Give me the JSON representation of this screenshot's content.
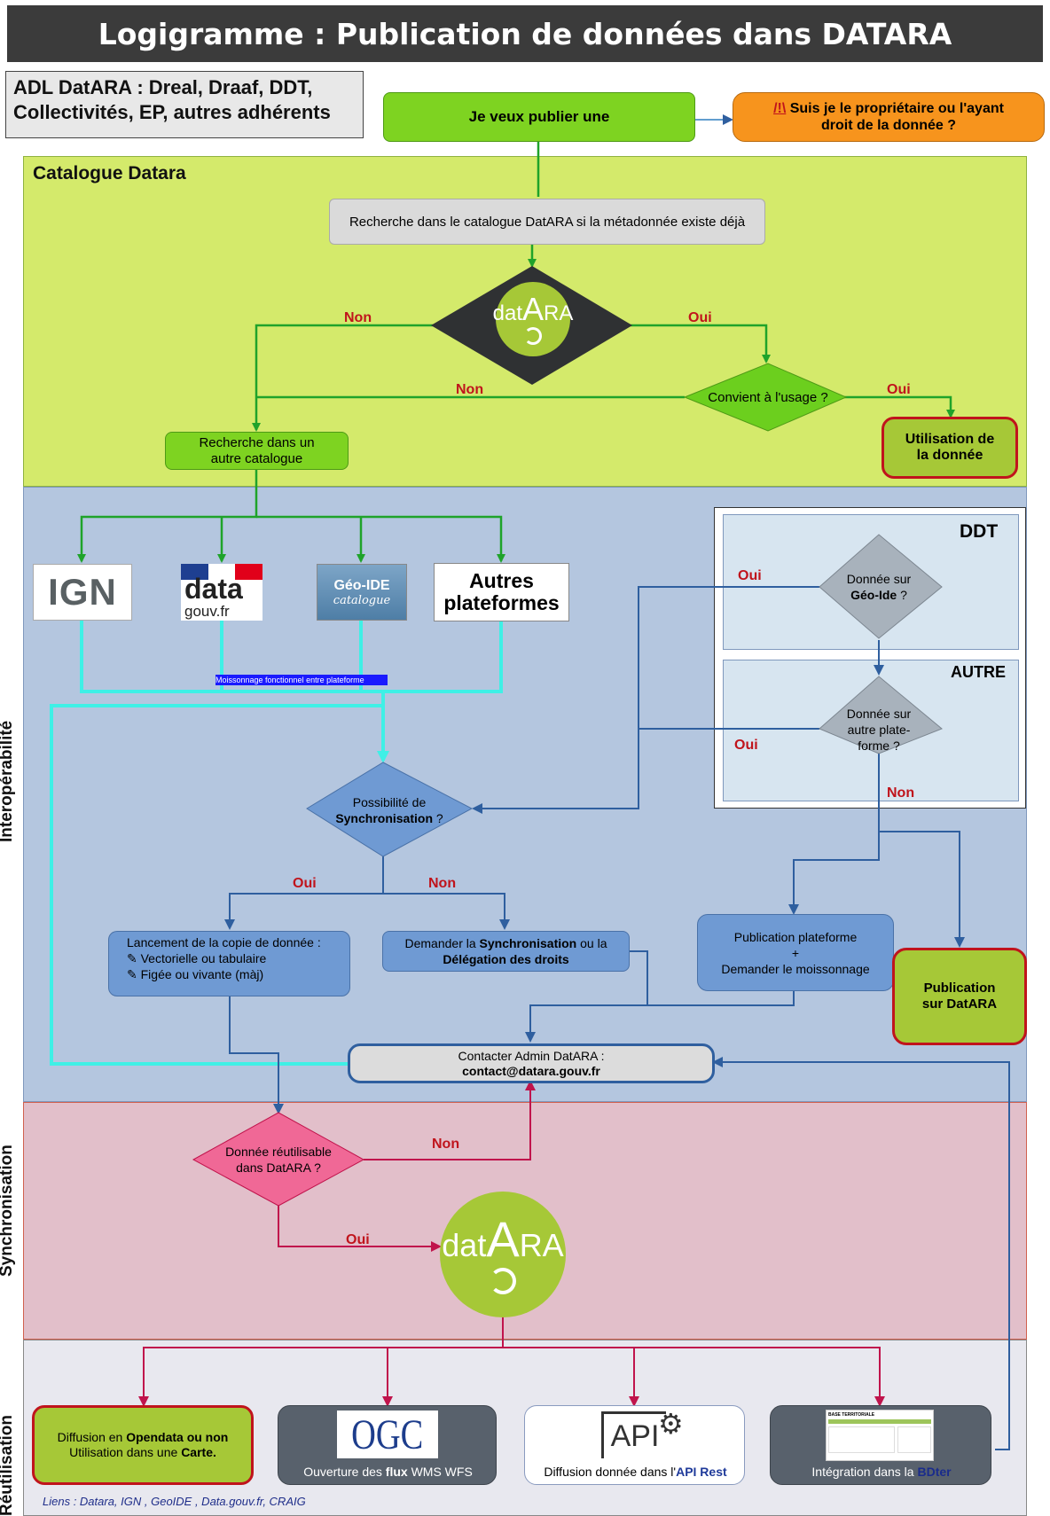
{
  "title": "Logigramme : Publication de données dans DATARA",
  "adl_box": {
    "line1": "ADL DatARA : Dreal, Draaf, DDT,",
    "line2": "Collectivités, EP, autres adhérents"
  },
  "start_box": "Je veux publier une",
  "owner_box": {
    "warn": "/!\\",
    "text": " Suis je le propriétaire ou l'ayant droit de la donnée ?"
  },
  "lanes": {
    "catalogue": "Catalogue Datara",
    "interop": "Interopérabilité",
    "sync": "Synchronisation",
    "reuse": "Réutilisation"
  },
  "catalogue": {
    "search_datara": "Recherche dans le catalogue DatARA si la métadonnée existe déjà",
    "convient": "Convient à l'usage ?",
    "utilisation": "Utilisation de la donnée",
    "autre_catalogue": "Recherche dans un autre catalogue"
  },
  "labels": {
    "non": "Non",
    "oui": "Oui"
  },
  "logos": {
    "datara_pre": "dat",
    "datara_a": "A",
    "datara_post": "RA",
    "ign": "IGN",
    "datagouv_data": "data",
    "datagouv_gouv": "gouv.fr",
    "geoide_top": "Géo-IDE",
    "geoide_sub": "catalogue",
    "autres": "Autres plateformes"
  },
  "moissonnage": "Moissonnage fonctionnel entre plateforme",
  "ddt": {
    "title": "DDT",
    "q_pre": "Donnée sur",
    "q_bold": "Géo-Ide",
    "q_post": " ?"
  },
  "autre": {
    "title": "AUTRE",
    "q": "Donnée sur autre plate-forme ?"
  },
  "sync_q": {
    "pre": "Possibilité de",
    "bold": "Synchronisation",
    "post": " ?"
  },
  "copie": {
    "title": "Lancement de la copie de donnée :",
    "item1": "✎ Vectorielle ou tabulaire",
    "item2": "✎ Figée ou vivante (màj)"
  },
  "demander": {
    "pre": "Demander la ",
    "bold1": "Synchronisation",
    "mid": " ou la",
    "bold2": "Délégation des droits"
  },
  "pub_plateforme": {
    "l1": "Publication plateforme",
    "l2": "+",
    "l3": "Demander le moissonnage"
  },
  "pub_datara": "Publication sur DatARA",
  "contact": {
    "l1": "Contacter Admin DatARA :",
    "l2": "contact@datara.gouv.fr"
  },
  "reutilisable": "Donnée réutilisable dans DatARA ?",
  "reuse": {
    "opendata_pre": "Diffusion en ",
    "opendata_bold": "Opendata ou non",
    "carte_pre": "Utilisation dans une ",
    "carte_bold": "Carte.",
    "ogc_logo": "OGC",
    "ogc_pre": "Ouverture des ",
    "ogc_bold": "flux",
    "ogc_post": " WMS WFS",
    "api_logo": "API",
    "api_pre": "Diffusion donnée dans l'",
    "api_bold": "API Rest",
    "bdter_pre": "Intégration dans la ",
    "bdter_bold": "BDter",
    "bdter_thumb_title": "BASE TERRITORIALE"
  },
  "links": "Liens : Datara,  IGN , GeoIDE , Data.gouv.fr, CRAIG",
  "colors": {
    "title_bg": "#3b3b3b",
    "catalogue_bg": "#d4ea6b",
    "interop_bg": "#b4c6df",
    "sync_bg": "#e2bfca",
    "reuse_bg": "#e8e8ef",
    "green_box": "#7ed321",
    "orange": "#f7941d",
    "olive": "#a6c837",
    "blue_box": "#6f9ad3",
    "cyan_line": "#3ff0e6",
    "pink": "#f06896",
    "slate": "#58616c"
  }
}
